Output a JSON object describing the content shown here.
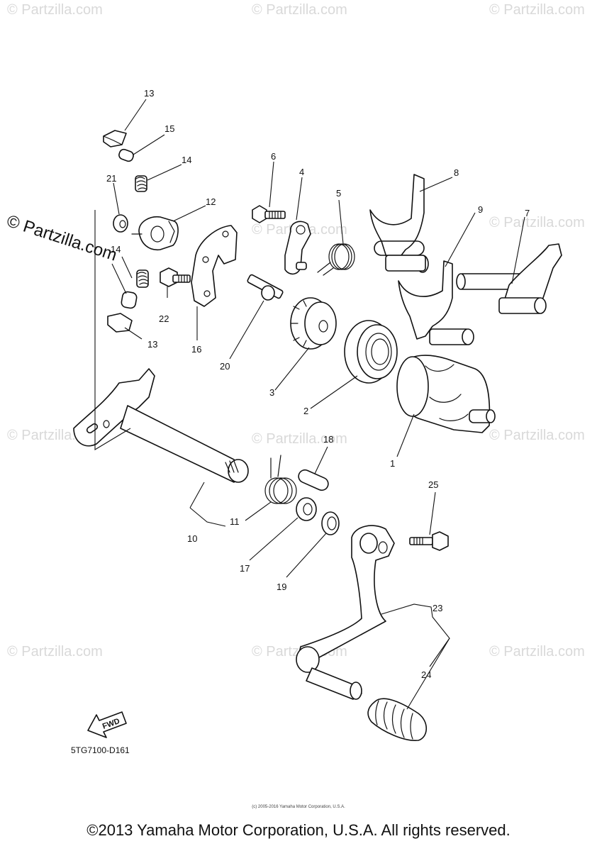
{
  "diagram_code": "5TG7100-D161",
  "fwd_label": "FWD",
  "watermark": "© Partzilla.com",
  "watermark_small": "(c) 2005-2016 Yamaha Motor Corporation, U.S.A.",
  "copyright": "©2013 Yamaha Motor Corporation, U.S.A. All rights reserved.",
  "callouts": [
    {
      "id": "c13a",
      "text": "13"
    },
    {
      "id": "c15",
      "text": "15"
    },
    {
      "id": "c14a",
      "text": "14"
    },
    {
      "id": "c21",
      "text": "21"
    },
    {
      "id": "c12",
      "text": "12"
    },
    {
      "id": "c14b",
      "text": "14"
    },
    {
      "id": "c22",
      "text": "22"
    },
    {
      "id": "c13b",
      "text": "13"
    },
    {
      "id": "c16",
      "text": "16"
    },
    {
      "id": "c6",
      "text": "6"
    },
    {
      "id": "c4",
      "text": "4"
    },
    {
      "id": "c5",
      "text": "5"
    },
    {
      "id": "c8",
      "text": "8"
    },
    {
      "id": "c9",
      "text": "9"
    },
    {
      "id": "c7",
      "text": "7"
    },
    {
      "id": "c20",
      "text": "20"
    },
    {
      "id": "c3",
      "text": "3"
    },
    {
      "id": "c2",
      "text": "2"
    },
    {
      "id": "c1",
      "text": "1"
    },
    {
      "id": "c18",
      "text": "18"
    },
    {
      "id": "c11",
      "text": "11"
    },
    {
      "id": "c10",
      "text": "10"
    },
    {
      "id": "c17",
      "text": "17"
    },
    {
      "id": "c19",
      "text": "19"
    },
    {
      "id": "c25",
      "text": "25"
    },
    {
      "id": "c23",
      "text": "23"
    },
    {
      "id": "c24",
      "text": "24"
    }
  ]
}
